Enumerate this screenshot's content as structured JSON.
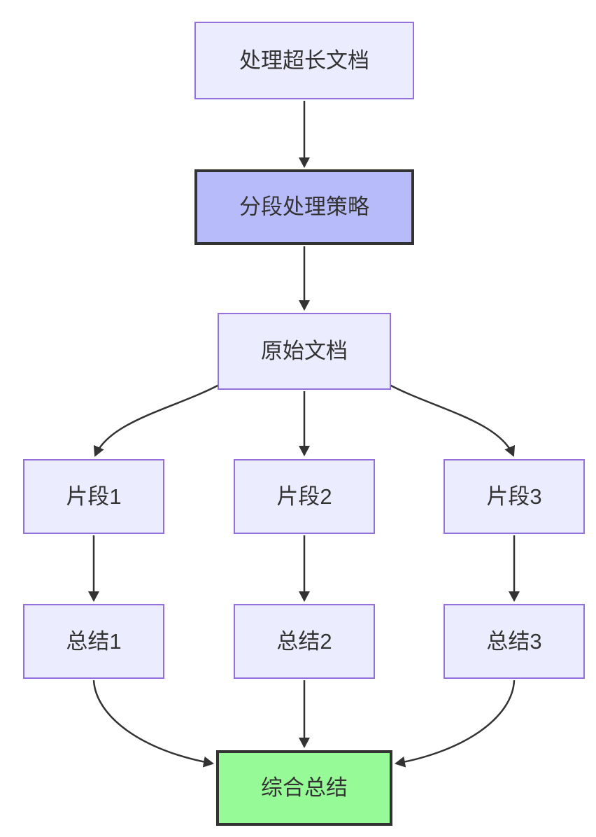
{
  "diagram": {
    "type": "flowchart",
    "orientation": "top-down",
    "background": "#ffffff",
    "colors": {
      "background": "#ffffff",
      "node_fill": "#ECECFF",
      "node_border": "#9370DB",
      "strategy_fill": "#B8BBFA",
      "final_fill": "#96FA96",
      "strong_border": "#333333",
      "edge_color": "#333333",
      "text_color": "#333333"
    },
    "nodes": {
      "process": {
        "label": "处理超长文档",
        "shape": "rectangle",
        "style": "default"
      },
      "strategy": {
        "label": "分段处理策略",
        "shape": "rectangle",
        "style": "emphasis"
      },
      "original": {
        "label": "原始文档",
        "shape": "rectangle",
        "style": "default"
      },
      "frag1": {
        "label": "片段1",
        "shape": "rectangle",
        "style": "default"
      },
      "frag2": {
        "label": "片段2",
        "shape": "rectangle",
        "style": "default"
      },
      "frag3": {
        "label": "片段3",
        "shape": "rectangle",
        "style": "default"
      },
      "sum1": {
        "label": "总结1",
        "shape": "rectangle",
        "style": "default"
      },
      "sum2": {
        "label": "总结2",
        "shape": "rectangle",
        "style": "default"
      },
      "sum3": {
        "label": "总结3",
        "shape": "rectangle",
        "style": "default"
      },
      "final": {
        "label": "综合总结",
        "shape": "rectangle",
        "style": "success"
      }
    },
    "edges": [
      {
        "from": "process",
        "to": "strategy",
        "arrow": "down"
      },
      {
        "from": "strategy",
        "to": "original",
        "arrow": "down"
      },
      {
        "from": "original",
        "to": "frag1",
        "arrow": "curve-left"
      },
      {
        "from": "original",
        "to": "frag2",
        "arrow": "down"
      },
      {
        "from": "original",
        "to": "frag3",
        "arrow": "curve-right"
      },
      {
        "from": "frag1",
        "to": "sum1",
        "arrow": "down"
      },
      {
        "from": "frag2",
        "to": "sum2",
        "arrow": "down"
      },
      {
        "from": "frag3",
        "to": "sum3",
        "arrow": "down"
      },
      {
        "from": "sum1",
        "to": "final",
        "arrow": "curve-right"
      },
      {
        "from": "sum2",
        "to": "final",
        "arrow": "down"
      },
      {
        "from": "sum3",
        "to": "final",
        "arrow": "curve-left"
      }
    ]
  }
}
